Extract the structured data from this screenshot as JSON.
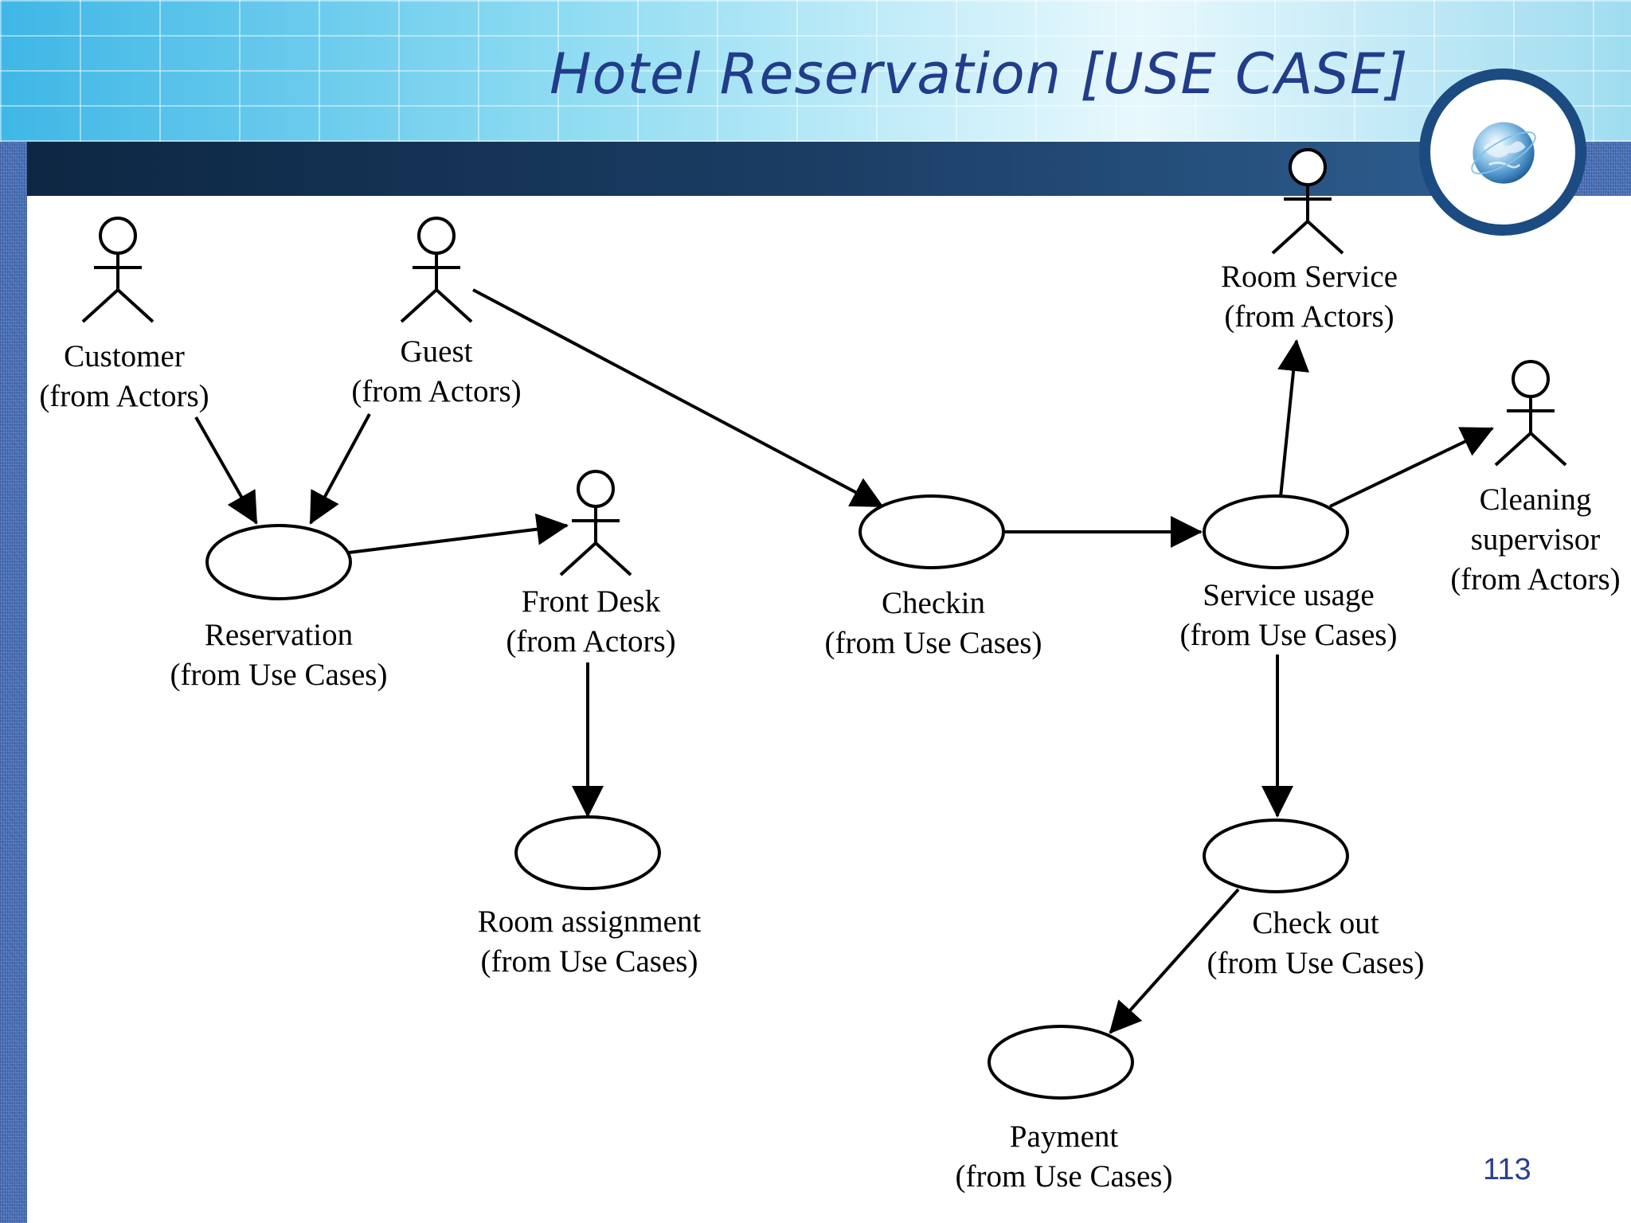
{
  "slide": {
    "title": "Hotel Reservation [USE CASE]",
    "page_number": "113"
  },
  "actors": [
    {
      "id": "customer",
      "name": "Customer",
      "package": "(from Actors)"
    },
    {
      "id": "guest",
      "name": "Guest",
      "package": "(from Actors)"
    },
    {
      "id": "front-desk",
      "name": "Front Desk",
      "package": "(from Actors)"
    },
    {
      "id": "room-service",
      "name": "Room Service",
      "package": "(from Actors)"
    },
    {
      "id": "cleaning-supervisor",
      "name": "Cleaning",
      "name2": "supervisor",
      "package": "(from Actors)"
    }
  ],
  "use_cases": [
    {
      "id": "reservation",
      "name": "Reservation",
      "package": "(from Use Cases)"
    },
    {
      "id": "checkin",
      "name": "Checkin",
      "package": "(from Use Cases)"
    },
    {
      "id": "service-usage",
      "name": "Service usage",
      "package": "(from Use Cases)"
    },
    {
      "id": "room-assignment",
      "name": "Room assignment",
      "package": "(from Use Cases)"
    },
    {
      "id": "check-out",
      "name": "Check out",
      "package": "(from Use Cases)"
    },
    {
      "id": "payment",
      "name": "Payment",
      "package": "(from Use Cases)"
    }
  ],
  "associations": [
    {
      "from": "customer",
      "to": "reservation"
    },
    {
      "from": "guest",
      "to": "reservation"
    },
    {
      "from": "guest",
      "to": "checkin"
    },
    {
      "from": "reservation",
      "to": "front-desk"
    },
    {
      "from": "front-desk",
      "to": "room-assignment"
    },
    {
      "from": "checkin",
      "to": "service-usage"
    },
    {
      "from": "service-usage",
      "to": "room-service"
    },
    {
      "from": "service-usage",
      "to": "cleaning-supervisor"
    },
    {
      "from": "service-usage",
      "to": "check-out"
    },
    {
      "from": "check-out",
      "to": "payment"
    }
  ],
  "icons": {
    "actor": "stick-figure-icon",
    "globe": "globe-icon"
  },
  "colors": {
    "title": "#213d8a",
    "header_dark": "#1b3d64",
    "badge_ring": "#1c4b82",
    "page_number": "#2a3f8f"
  }
}
